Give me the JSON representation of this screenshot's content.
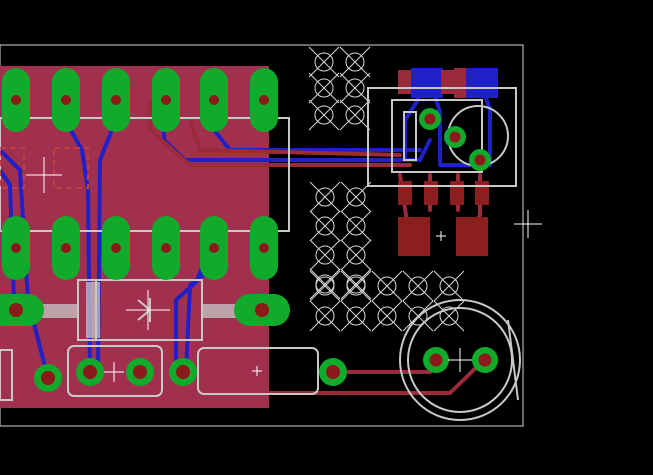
{
  "view": {
    "title": "",
    "background_color": "#000000"
  },
  "colors": {
    "copper_top": "#9b2a3a",
    "copper_pour": "#a0304e",
    "copper_bottom": "#2020c8",
    "pad": "#11aa2a",
    "drill": "#8c1a1a",
    "silkscreen": "#c8c8c8",
    "outline": "#d6d6d6",
    "vias_grid": "#d8d8d8",
    "smd": "#8c1e1e"
  },
  "components": [
    {
      "id": "dip-ic",
      "kind": "dip-14 package"
    },
    {
      "id": "diode",
      "kind": "diode"
    },
    {
      "id": "capacitor-small",
      "kind": "capacitor"
    },
    {
      "id": "resistor",
      "kind": "resistor"
    },
    {
      "id": "trimmer",
      "kind": "trim potentiometer"
    },
    {
      "id": "electrolytic-cap",
      "kind": "electrolytic capacitor"
    }
  ]
}
